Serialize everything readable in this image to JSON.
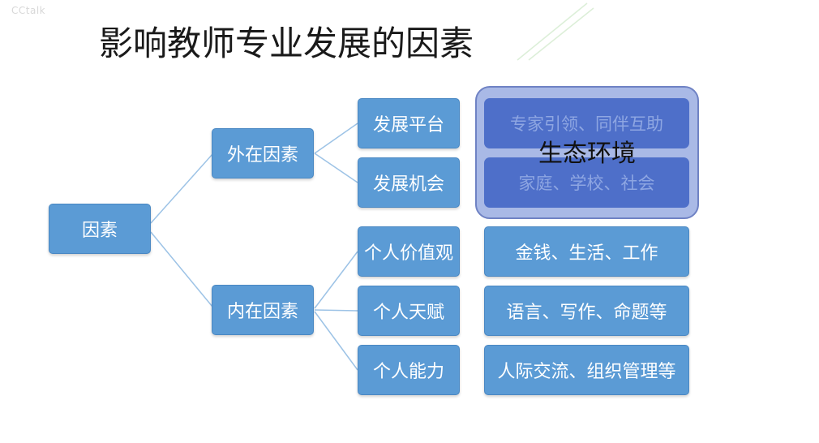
{
  "watermark": "CCtalk",
  "title": "影响教师专业发展的因素",
  "root": "因素",
  "level1": {
    "external": "外在因素",
    "internal": "内在因素"
  },
  "level2": {
    "platform": "发展平台",
    "opportunity": "发展机会",
    "values": "个人价值观",
    "talent": "个人天赋",
    "ability": "个人能力"
  },
  "ecology": {
    "label": "生态环境",
    "item1": "专家引领、同伴互助",
    "item2": "家庭、学校、社会"
  },
  "details": {
    "values": "金钱、生活、工作",
    "talent": "语言、写作、命题等",
    "ability": "人际交流、组织管理等"
  },
  "colors": {
    "box": "#5b9bd5",
    "ecology_bg": "#a9b9e6",
    "ecology_item": "#4e6fc9",
    "connector": "#9dc3e6"
  }
}
